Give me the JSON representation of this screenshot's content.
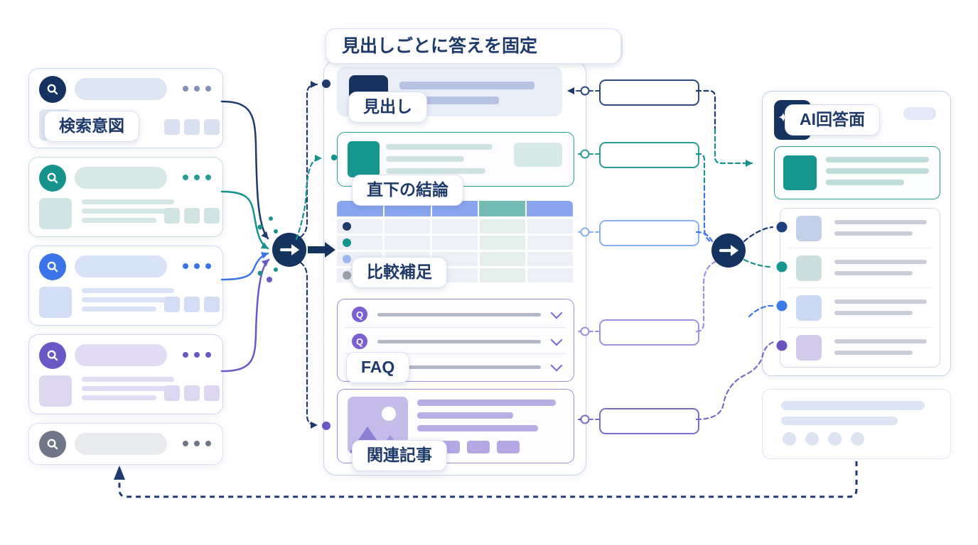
{
  "diagram": {
    "left": {
      "label": "検索意図",
      "card_colors": [
        "#16335f",
        "#17938d",
        "#3b74e8",
        "#6a58c6",
        "#6e7687"
      ]
    },
    "center": {
      "title": "見出しごとに答えを固定",
      "sections": [
        {
          "label": "見出し",
          "color": "#1d3a6b"
        },
        {
          "label": "直下の結論",
          "color": "#17938d"
        },
        {
          "label": "比較補足",
          "color": "#3b74e8"
        },
        {
          "label": "FAQ",
          "color": "#7a5fd0"
        },
        {
          "label": "関連記事",
          "color": "#6a58c6"
        }
      ],
      "faq_q": "Q"
    },
    "right": {
      "label": "AI回答面"
    },
    "icons": {
      "search": "magnifier",
      "more": "ellipsis-dots",
      "sparkle": "✦",
      "chevron": "chevron-down",
      "arrow": "arrow-right"
    },
    "colors": {
      "navy": "#1e3a6e",
      "teal": "#17938d",
      "blue": "#3b74e8",
      "purple": "#6a58c6",
      "periwinkle": "#9b93e0",
      "gray": "#6e7687",
      "table_header": "#8aa6ef",
      "table_header_highlight": "#74bcb4",
      "background": "#ffffff"
    }
  }
}
